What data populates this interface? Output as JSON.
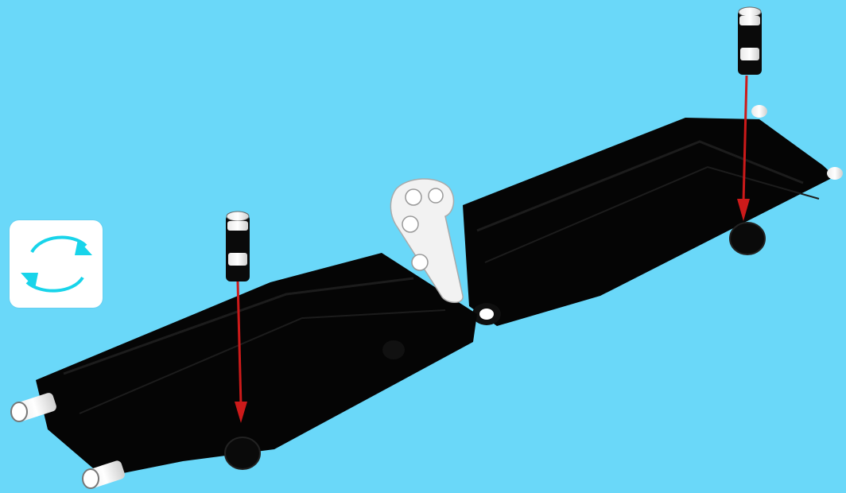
{
  "colors": {
    "background": "#6ad8f9",
    "beam": "#050505",
    "beam_highlight": "#1e1e1e",
    "pin": "#ffffff",
    "arrow": "#cc1a1a",
    "liftarm": "#f2f2f2",
    "rotate_icon": "#18d4ea"
  },
  "icons": {
    "rotate": "rotate-icon"
  },
  "parts": {
    "beams": 2,
    "pins_to_insert": 2,
    "liftarm": 1
  }
}
